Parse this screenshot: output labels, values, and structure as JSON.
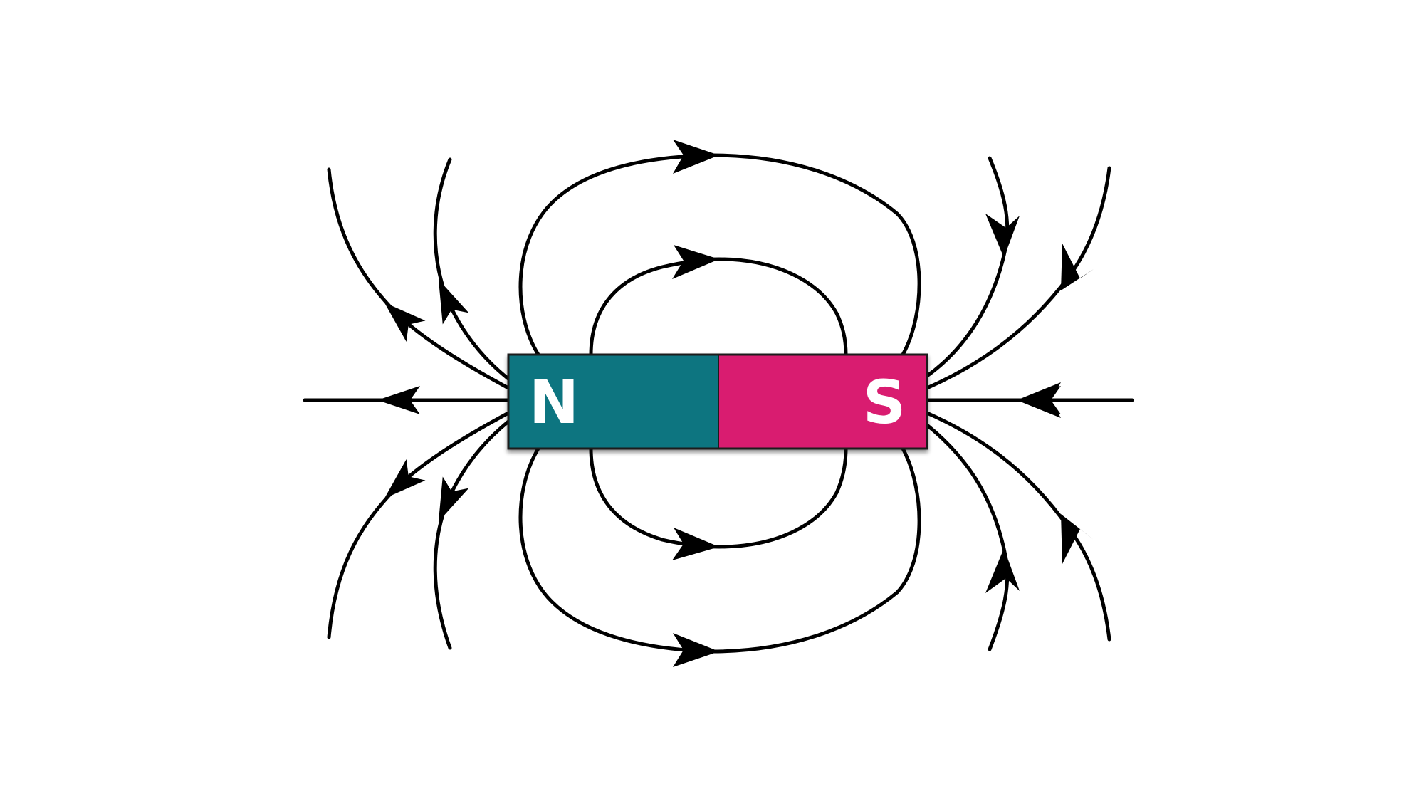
{
  "magnet": {
    "north_label": "N",
    "south_label": "S",
    "north_color": "#0b7480",
    "south_color": "#d91a6f",
    "outline_color": "#1a1a1a"
  },
  "field": {
    "line_color": "#000000",
    "arrow_direction": "north-to-south"
  }
}
